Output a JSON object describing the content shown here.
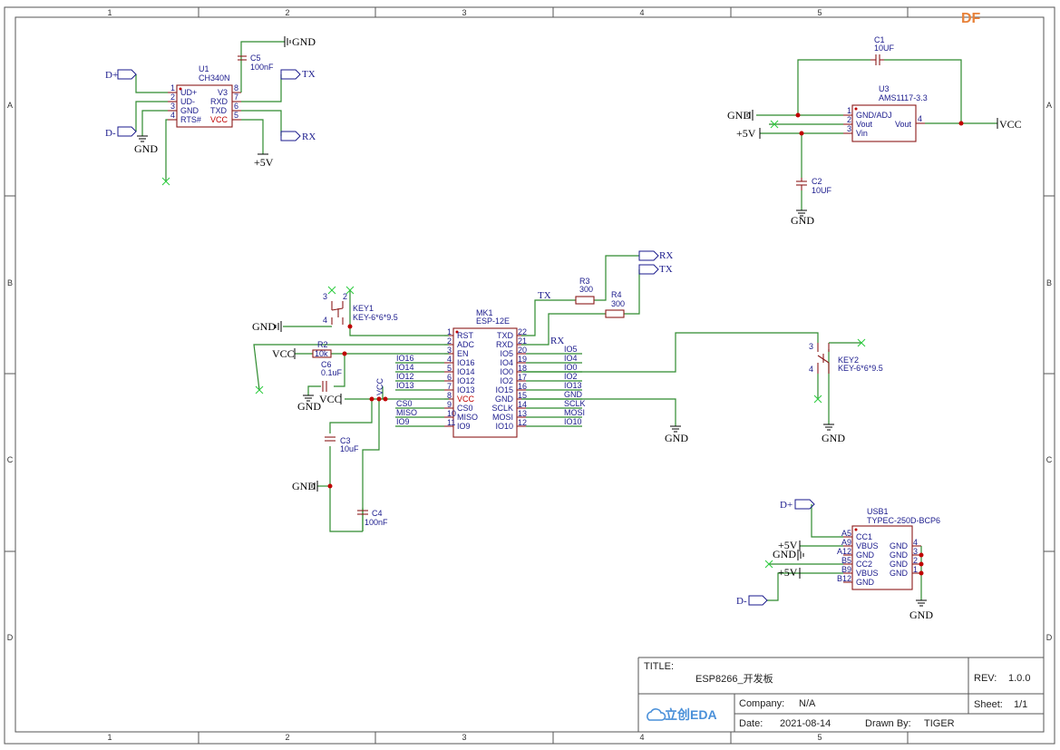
{
  "frame": {
    "cols": [
      "1",
      "2",
      "3",
      "4",
      "5"
    ],
    "rows": [
      "A",
      "B",
      "C",
      "D"
    ]
  },
  "u1": {
    "ref": "U1",
    "value": "CH340N",
    "pins_left": [
      "UD+",
      "UD-",
      "GND",
      "RTS#"
    ],
    "pins_left_num": [
      "1",
      "2",
      "3",
      "4"
    ],
    "pins_right": [
      "V3",
      "RXD",
      "TXD",
      "VCC"
    ],
    "pins_right_num": [
      "8",
      "7",
      "6",
      "5"
    ]
  },
  "c5": {
    "ref": "C5",
    "value": "100nF"
  },
  "u3": {
    "ref": "U3",
    "value": "AMS1117-3.3",
    "pins": [
      "GND/ADJ",
      "Vout",
      "Vin"
    ],
    "pins_num": [
      "1",
      "2",
      "3"
    ],
    "right_pin": "Vout",
    "right_num": "4"
  },
  "c1": {
    "ref": "C1",
    "value": "10UF"
  },
  "c2": {
    "ref": "C2",
    "value": "10UF"
  },
  "key1": {
    "ref": "KEY1",
    "value": "KEY-6*6*9.5"
  },
  "key2": {
    "ref": "KEY2",
    "value": "KEY-6*6*9.5"
  },
  "r2": {
    "ref": "R2",
    "value": "10k"
  },
  "r3": {
    "ref": "R3",
    "value": "300"
  },
  "r4": {
    "ref": "R4",
    "value": "300"
  },
  "c6": {
    "ref": "C6",
    "value": "0.1uF"
  },
  "c3": {
    "ref": "C3",
    "value": "10uF"
  },
  "c4": {
    "ref": "C4",
    "value": "100nF"
  },
  "mk1": {
    "ref": "MK1",
    "value": "ESP-12E",
    "left": [
      "RST",
      "ADC",
      "EN",
      "IO16",
      "IO14",
      "IO12",
      "IO13",
      "VCC",
      "CS0",
      "MISO",
      "IO9"
    ],
    "left_num": [
      "1",
      "2",
      "3",
      "4",
      "5",
      "6",
      "7",
      "8",
      "9",
      "10",
      "11"
    ],
    "right": [
      "TXD",
      "RXD",
      "IO5",
      "IO4",
      "IO0",
      "IO2",
      "IO15",
      "GND",
      "SCLK",
      "MOSI",
      "IO10"
    ],
    "right_num": [
      "22",
      "21",
      "20",
      "19",
      "18",
      "17",
      "16",
      "15",
      "14",
      "13",
      "12"
    ],
    "left_nets": [
      "",
      "",
      "",
      "IO16",
      "IO14",
      "IO12",
      "IO13",
      "",
      "CS0",
      "MISO",
      "IO9"
    ],
    "right_nets": [
      "",
      "",
      "IO5",
      "IO4",
      "IO0",
      "IO2",
      "IO13",
      "GND",
      "SCLK",
      "MOSI",
      "IO10"
    ]
  },
  "usb1": {
    "ref": "USB1",
    "value": "TYPEC-250D-BCP6",
    "left": [
      "CC1",
      "VBUS",
      "GND",
      "CC2",
      "VBUS",
      "GND"
    ],
    "left_num": [
      "A5",
      "A9",
      "A12",
      "B5",
      "B9",
      "B12"
    ],
    "right": [
      "GND",
      "GND",
      "GND",
      "GND"
    ],
    "right_num": [
      "4",
      "3",
      "2",
      "1"
    ]
  },
  "nets": {
    "gnd": "GND",
    "p5v": "+5V",
    "vcc": "VCC",
    "tx": "TX",
    "rx": "RX",
    "dp": "D+",
    "dm": "D-",
    "vcc_v": "VCC"
  },
  "title_block": {
    "title_label": "TITLE:",
    "title": "ESP8266_开发板",
    "rev_label": "REV:",
    "rev": "1.0.0",
    "company_label": "Company:",
    "company": "N/A",
    "sheet_label": "Sheet:",
    "sheet": "1/1",
    "date_label": "Date:",
    "date": "2021-08-14",
    "drawn_label": "Drawn By:",
    "drawn": "TIGER",
    "logo": "立创EDA"
  },
  "watermark": "DF"
}
